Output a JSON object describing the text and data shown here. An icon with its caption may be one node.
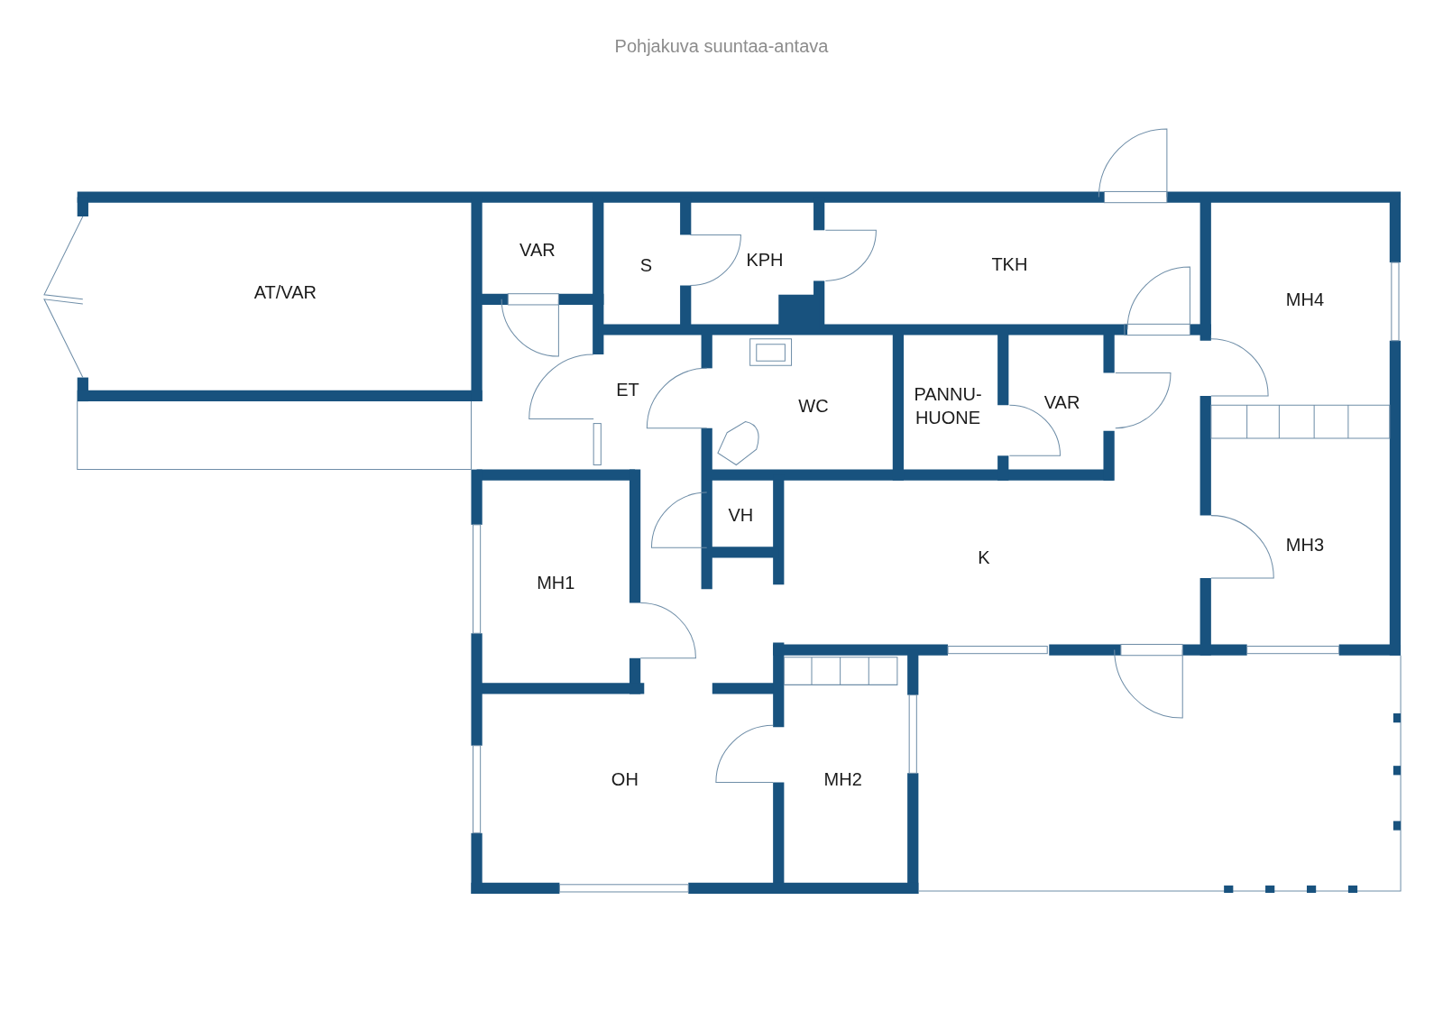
{
  "diagram": {
    "title": "Pohjakuva suuntaa-antava",
    "labels": [
      "AT/VAR",
      "VAR",
      "S",
      "KPH",
      "TKH",
      "MH4",
      "ET",
      "WC",
      "PANNU-HUONE",
      "VAR",
      "VH",
      "K",
      "MH3",
      "MH1",
      "OH",
      "MH2"
    ]
  }
}
